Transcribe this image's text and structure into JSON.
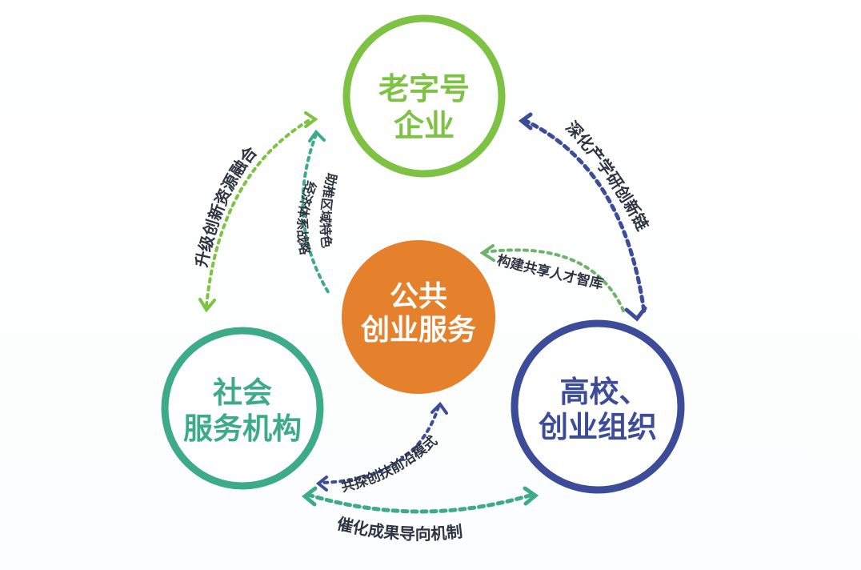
{
  "colors": {
    "top": "#7dc242",
    "left": "#3dab88",
    "right": "#3c4c98",
    "center": "#e5802c",
    "ink": "#2d3340"
  },
  "nodes": {
    "top": {
      "line1": "老字号",
      "line2": "企业"
    },
    "left": {
      "line1": "社会",
      "line2": "服务机构"
    },
    "right": {
      "line1": "高校、",
      "line2": "创业组织"
    },
    "center": {
      "line1": "公共",
      "line2": "创业服务"
    }
  },
  "edges": {
    "top_left_outer": "升级创新资源融合",
    "top_left_inner": "助推区域特色",
    "top_left_inner2": "经济体系战略",
    "top_right_outer": "深化产学研创新链",
    "center_right": "构建共享人才智库",
    "center_left_bottom": "共探创扶前沿模式",
    "left_right_bottom": "催化成果导向机制"
  }
}
